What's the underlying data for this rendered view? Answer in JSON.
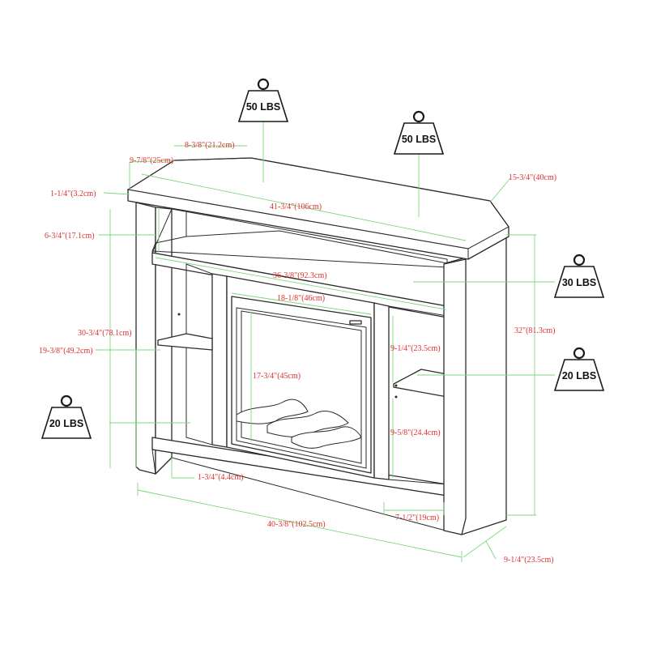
{
  "colors": {
    "dimension_line": "#7ed87e",
    "dimension_text": "#e03030",
    "outline": "#2b2b2b"
  },
  "weight_icons": [
    "weight-icon"
  ],
  "weights": {
    "top_surface": "50 LBS",
    "corner_top": "50 LBS",
    "right_shelf_top": "30 LBS",
    "right_shelf": "20 LBS",
    "left_shelf": "20 LBS"
  },
  "dimensions": {
    "corner_edge": "8-3/8\"(21.2cm)",
    "corner_depth": "9-7/8\"(25cm)",
    "top_thickness": "1-1/4\"(3.2cm)",
    "top_width": "41-3/4\"(106cm)",
    "top_depth": "15-3/4\"(40cm)",
    "upper_opening": "6-3/4\"(17.1cm)",
    "inner_width": "36-3/8\"(92.3cm)",
    "firebox_width": "18-1/8\"(46cm)",
    "left_height": "30-3/4\"(78.1cm)",
    "left_shelf_height": "19-3/8\"(49.2cm)",
    "right_upper_opening": "9-1/4\"(23.5cm)",
    "total_height": "32\"(81.3cm)",
    "firebox_height": "17-3/4\"(45cm)",
    "right_lower_opening": "9-5/8\"(24.4cm)",
    "base_clearance": "1-3/4\"(4.4cm)",
    "leg_width": "7-1/2\"(19cm)",
    "base_width": "40-3/8\"(102.5cm)",
    "side_depth": "9-1/4\"(23.5cm)"
  }
}
